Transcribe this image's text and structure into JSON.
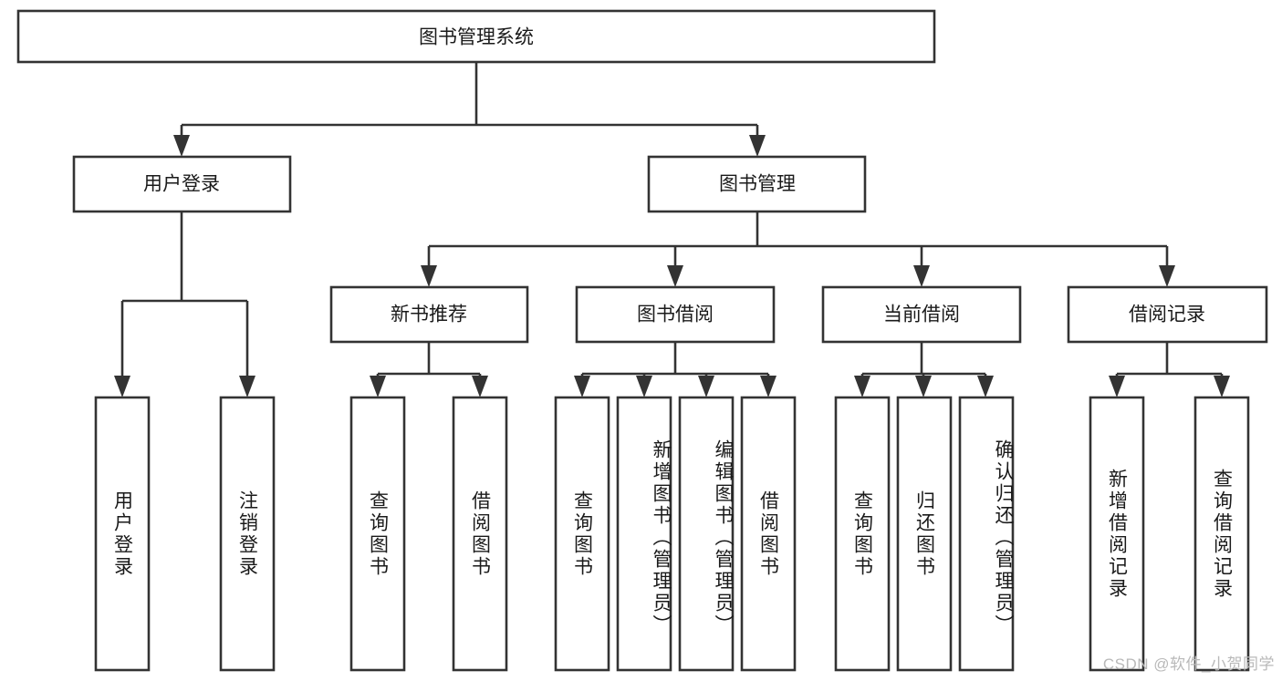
{
  "diagram": {
    "type": "tree-hierarchy",
    "title": "图书管理系统",
    "watermark": "CSDN @软件_小贺同学",
    "colors": {
      "stroke": "#333333",
      "box_fill": "#ffffff",
      "text": "#1a1a1a",
      "watermark": "#b9b9b9",
      "background": "#ffffff"
    },
    "levels": {
      "level1": [
        "图书管理系统"
      ],
      "level2": [
        "用户登录",
        "图书管理"
      ],
      "level3": [
        "新书推荐",
        "图书借阅",
        "当前借阅",
        "借阅记录"
      ],
      "level4": [
        "用户登录",
        "注销登录",
        "查询图书",
        "借阅图书",
        "查询图书",
        "新增图书（管理员）",
        "编辑图书（管理员）",
        "借阅图书",
        "查询图书",
        "归还图书",
        "确认归还（管理员）",
        "新增借阅记录",
        "查询借阅记录"
      ]
    },
    "nodes": {
      "root": {
        "label": "图书管理系统"
      },
      "user_login": {
        "label": "用户登录"
      },
      "book_mgmt": {
        "label": "图书管理"
      },
      "new_book_rec": {
        "label": "新书推荐"
      },
      "book_borrow": {
        "label": "图书借阅"
      },
      "current_borrow": {
        "label": "当前借阅"
      },
      "borrow_record": {
        "label": "借阅记录"
      },
      "leaf_user_login": {
        "label": "用户登录"
      },
      "leaf_logout": {
        "label": "注销登录"
      },
      "leaf_query_book_1": {
        "label": "查询图书"
      },
      "leaf_borrow_book_1": {
        "label": "借阅图书"
      },
      "leaf_query_book_2": {
        "label": "查询图书"
      },
      "leaf_add_book_admin": {
        "label": "新增图书（管理员）"
      },
      "leaf_edit_book_admin": {
        "label": "编辑图书（管理员）"
      },
      "leaf_borrow_book_2": {
        "label": "借阅图书"
      },
      "leaf_query_book_3": {
        "label": "查询图书"
      },
      "leaf_return_book": {
        "label": "归还图书"
      },
      "leaf_confirm_return_admin": {
        "label": "确认归还（管理员）"
      },
      "leaf_add_borrow_record": {
        "label": "新增借阅记录"
      },
      "leaf_query_borrow_record": {
        "label": "查询借阅记录"
      }
    },
    "edges": [
      {
        "from": "图书管理系统",
        "to": "用户登录"
      },
      {
        "from": "图书管理系统",
        "to": "图书管理"
      },
      {
        "from": "用户登录",
        "to": "用户登录"
      },
      {
        "from": "用户登录",
        "to": "注销登录"
      },
      {
        "from": "图书管理",
        "to": "新书推荐"
      },
      {
        "from": "图书管理",
        "to": "图书借阅"
      },
      {
        "from": "图书管理",
        "to": "当前借阅"
      },
      {
        "from": "图书管理",
        "to": "借阅记录"
      },
      {
        "from": "新书推荐",
        "to": "查询图书"
      },
      {
        "from": "新书推荐",
        "to": "借阅图书"
      },
      {
        "from": "图书借阅",
        "to": "查询图书"
      },
      {
        "from": "图书借阅",
        "to": "新增图书（管理员）"
      },
      {
        "from": "图书借阅",
        "to": "编辑图书（管理员）"
      },
      {
        "from": "图书借阅",
        "to": "借阅图书"
      },
      {
        "from": "当前借阅",
        "to": "查询图书"
      },
      {
        "from": "当前借阅",
        "to": "归还图书"
      },
      {
        "from": "当前借阅",
        "to": "确认归还（管理员）"
      },
      {
        "from": "借阅记录",
        "to": "新增借阅记录"
      },
      {
        "from": "借阅记录",
        "to": "查询借阅记录"
      }
    ]
  }
}
